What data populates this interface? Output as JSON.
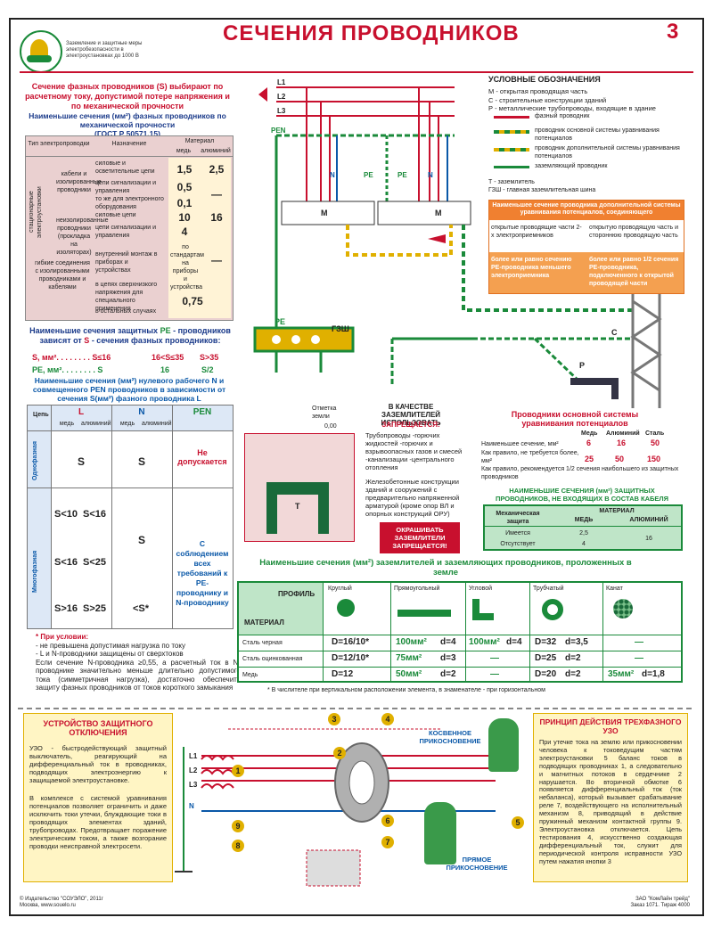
{
  "header": {
    "title": "СЕЧЕНИЯ ПРОВОДНИКОВ",
    "page_number": "3",
    "logo_text": "Заземление и защитные меры электробезопасности в электроустановках до 1000 В"
  },
  "left_top": {
    "intro": "Сечение фазных проводников (S) выбирают по расчетному току, допустимой потере напряжения и по механической прочности",
    "table_title": "Наименьшие сечения (мм²) фазных проводников по механической прочности",
    "table_gost": "(ГОСТ Р 50571.15)",
    "cols": [
      "Тип электропроводки",
      "Назначение",
      "Материал",
      "медь",
      "алюминий"
    ],
    "rows": [
      {
        "group": "стационарные электроустановки",
        "type": "кабели и изолированные проводники",
        "purpose": "силовые и осветительные цепи",
        "cu": "1,5",
        "al": "2,5"
      },
      {
        "purpose": "цепи сигнализации и управления",
        "cu": "0,5",
        "al": "—"
      },
      {
        "purpose": "то же для электронного оборудования",
        "cu": "0,1",
        "al": ""
      },
      {
        "type": "неизолированные проводники (прокладка на изоляторах)",
        "purpose": "силовые цепи",
        "cu": "10",
        "al": "16"
      },
      {
        "purpose": "цепи сигнализации и управления",
        "cu": "4",
        "al": ""
      },
      {
        "type": "гибкие соединения с изолированными проводниками и кабелями",
        "purpose": "внутренний монтаж в приборах и устройствах",
        "cu": "по стандартам на приборы и устройства",
        "al": "—"
      },
      {
        "purpose": "в цепях сверхнизкого напряжения для специального применения",
        "cu": "0,75",
        "al": ""
      },
      {
        "purpose": "в остальных случаях",
        "cu": "",
        "al": ""
      }
    ]
  },
  "pe_section": {
    "title_a": "Наименьшие сечения защитных ",
    "title_pe": "PE",
    "title_b": " - проводников зависят от ",
    "title_s": "S",
    "title_c": " - сечения фазных проводников:",
    "row1": [
      "S, мм². . . . . . . . S≤16",
      "16<S≤35",
      "S>35"
    ],
    "row2": [
      "PE, мм². . . . . . . . S",
      "16",
      "S/2"
    ]
  },
  "n_section": {
    "title": "Наименьшие сечения (мм²) нулевого рабочего N и совмещенного PEN проводников в зависимости от сечения S(мм²) фазного проводника L",
    "cols": [
      "Цепь",
      "L",
      "N",
      "PEN",
      "медь",
      "алюминий",
      "медь",
      "алюминий"
    ],
    "single": {
      "label": "Однофазная",
      "L": "S",
      "N": "S",
      "PEN": "Не допускается"
    },
    "multi": {
      "label": "Многофазная",
      "rows": [
        {
          "cu": "S<10",
          "al": "S<16"
        },
        {
          "cu": "S<16",
          "al": "S<25"
        },
        {
          "cu": "S>16",
          "al": "S>25"
        }
      ],
      "N": "S",
      "N_last": "<S*",
      "PEN": "С соблюдением всех требований к PE-проводнику и N-проводнику"
    },
    "notes": [
      "* При условии:",
      "- не превышена допустимая нагрузка по току",
      "- L и N-проводники защищены от сверхтоков",
      "Если сечение N-проводника ≥0,55, а расчетный ток в N-проводнике значительно меньше длительно допустимого тока (симметричная нагрузка), достаточно обеспечить защиту фазных проводников от токов короткого замыкания"
    ]
  },
  "legend": {
    "title": "УСЛОВНЫЕ ОБОЗНАЧЕНИЯ",
    "lines": [
      "М - открытая проводящая часть",
      "С - строительные конструкции зданий",
      "Р - металлические трубопроводы, входящие в здание"
    ],
    "items": [
      {
        "label": "фазный проводник",
        "color": "#c8102e"
      },
      {
        "label": "проводник основной системы уравнивания потенциалов",
        "color": "#1a8a3a"
      },
      {
        "label": "проводник дополнительной системы уравнивания потенциалов",
        "color": "#e0b000"
      },
      {
        "label": "заземляющий проводник",
        "color": "#1a8a3a"
      }
    ],
    "bottom": [
      "Т - заземлитель",
      "ГЗШ - главная заземлительная шина"
    ]
  },
  "scheme": {
    "L1": "L1",
    "L2": "L2",
    "L3": "L3",
    "PEN": "PEN",
    "N": "N",
    "PE": "PE",
    "M": "M",
    "GZSH": "ГЗШ",
    "C": "С",
    "P": "Р",
    "T": "Т",
    "mark": "Отметка земли",
    "zero": "0,00"
  },
  "add_table": {
    "title": "Наименьшее сечение проводника дополнительной системы уравнивания потенциалов, соединяющего",
    "c1": "открытые проводящие части 2-х электроприемников",
    "c2": "открытую проводящую часть и стороннюю проводящую часть",
    "c3": "более или равно сечению PE-проводника меньшего электроприемника",
    "c4": "более или равно 1/2 сечения PE-проводника, подключенного к открытой проводящей части"
  },
  "forbidden": {
    "title": "В КАЧЕСТВЕ ЗАЗЕМЛИТЕЛЕЙ ИСПОЛЬЗОВАТЬ",
    "subtitle": "ЗАПРЕЩАЕТСЯ:",
    "b1": "Трубопроводы -горючих жидкостей -горючих и взрывоопасных газов и смесей -канализации -центрального отопления",
    "b2": "Железобетонные конструкции зданий и сооружений с предварительно напряженной арматурой (кроме опор ВЛ и опорных конструкций ОРУ)",
    "paint": "ОКРАШИВАТЬ ЗАЗЕМЛИТЕЛИ ЗАПРЕЩАЕТСЯ!"
  },
  "main_cond": {
    "title": "Проводники основной системы уравнивания потенциалов",
    "head": [
      "Медь",
      "Алюминий",
      "Сталь"
    ],
    "r1": {
      "label": "Наименьшее сечение, мм²",
      "v": [
        "6",
        "16",
        "50"
      ]
    },
    "r2": {
      "label": "Как правило, не требуется более, мм²",
      "v": [
        "25",
        "50",
        "150"
      ]
    },
    "note": "Как правило, рекомендуется 1/2 сечения наибольшего из защитных проводников"
  },
  "protect_table": {
    "title": "НАИМЕНЬШИЕ СЕЧЕНИЯ (мм²) ЗАЩИТНЫХ ПРОВОДНИКОВ, НЕ ВХОДЯЩИХ В СОСТАВ КАБЕЛЯ",
    "c0": "Механическая защита",
    "c1": "МАТЕРИАЛ",
    "c2": "МЕДЬ",
    "c3": "АЛЮМИНИЙ",
    "r1": [
      "Имеется",
      "2,5",
      "16"
    ],
    "r2": [
      "Отсутствует",
      "4",
      ""
    ]
  },
  "ground_table": {
    "title": "Наименьшие сечения (мм²) заземлителей и заземляющих проводников, проложенных в земле",
    "profile": "ПРОФИЛЬ",
    "material": "МАТЕРИАЛ",
    "profiles": [
      "Круглый",
      "Прямоугольный",
      "Угловой",
      "Трубчатый",
      "Канат"
    ],
    "rows": [
      {
        "m": "Сталь черная",
        "v": [
          "D=16/10*",
          "100мм²",
          "d=4",
          "100мм²",
          "d=4",
          "D=32",
          "d=3,5",
          "—"
        ]
      },
      {
        "m": "Сталь оцинкованная",
        "v": [
          "D=12/10*",
          "75мм²",
          "d=3",
          "—",
          "",
          "D=25",
          "d=2",
          "—"
        ]
      },
      {
        "m": "Медь",
        "v": [
          "D=12",
          "50мм²",
          "d=2",
          "—",
          "",
          "D=20",
          "d=2",
          "35мм²",
          "d=1,8"
        ]
      }
    ],
    "note": "* В числителе при вертикальном расположении элемента, в знаменателе - при горизонтальном"
  },
  "uzo": {
    "title": "УСТРОЙСТВО ЗАЩИТНОГО ОТКЛЮЧЕНИЯ",
    "p1": "УЗО - быстродействующий защитный выключатель, реагирующий на дифференциальный ток в проводниках, подводящих электроэнергию к защищаемой электроустановке.",
    "p2": "В комплексе с системой уравнивания потенциалов позволяет ограничить и даже исключить токи утечки, блуждающие токи в проводящих элементах зданий, трубопроводах. Предотвращает поражение электрическим током, а также возгорание проводки неисправной электросети.",
    "indirect": "КОСВЕННОЕ ПРИКОСНОВЕНИЕ",
    "direct": "ПРЯМОЕ ПРИКОСНОВЕНИЕ",
    "principle_title": "ПРИНЦИП ДЕЙСТВИЯ ТРЕХФАЗНОГО УЗО",
    "principle": "При утечке тока на землю или прикосновении человека к токоведущим частям электроустановки 5 баланс токов в подводящих проводниках 1, а следовательно и магнитных потоков в сердечнике 2 нарушается. Во вторичной обмотке 6 появляется дифференциальный ток (ток небаланса), который вызывает срабатывание реле 7, воздействующего на исполнительный механизм 8, приводящий в действие пружинный механизм контактной группы 9. Электроустановка отключается. Цепь тестирования 4, искусственно создающая дифференциальный ток, служит для периодической контроля исправности УЗО путем нажатия кнопки 3",
    "labels": [
      "L1",
      "L2",
      "L3",
      "N"
    ],
    "nums": [
      "1",
      "2",
      "3",
      "4",
      "5",
      "6",
      "7",
      "8",
      "9"
    ]
  },
  "footer": {
    "left1": "© Издательство \"СОУЭЛО\", 2011г",
    "left2": "Москва, www.souelo.ru",
    "right1": "ЗАО \"КомЛайн трейд\"",
    "right2": "Заказ 1071. Тираж 4000"
  }
}
